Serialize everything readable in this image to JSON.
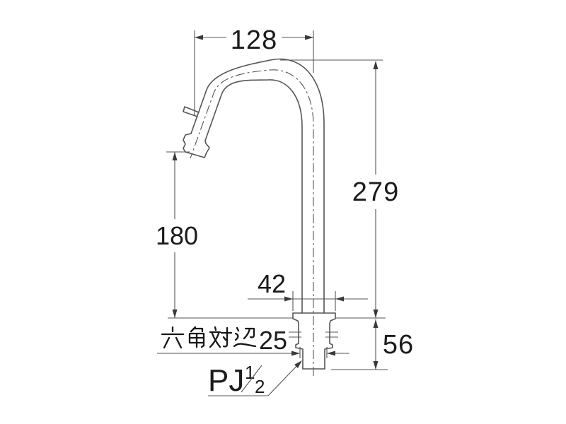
{
  "page": {
    "background": "#ffffff"
  },
  "drawing": {
    "kind": "technical-dimension-drawing",
    "subject": "gooseneck faucet spout side elevation",
    "line_color": "#555555",
    "text_color": "#1b1b1b",
    "labels": {
      "top_width": "128",
      "overall_height": "279",
      "spout_height": "180",
      "flange_width": "42",
      "hex_across_flats": "六角対辺25",
      "hex_across_flats_kanji": "六角対辺",
      "hex_across_flats_value": "25",
      "below_deck_height": "56",
      "thread_label": "PJ",
      "thread_fraction_numerator": "1",
      "thread_fraction_denominator": "2",
      "thread_full": "PJ1/2"
    }
  }
}
